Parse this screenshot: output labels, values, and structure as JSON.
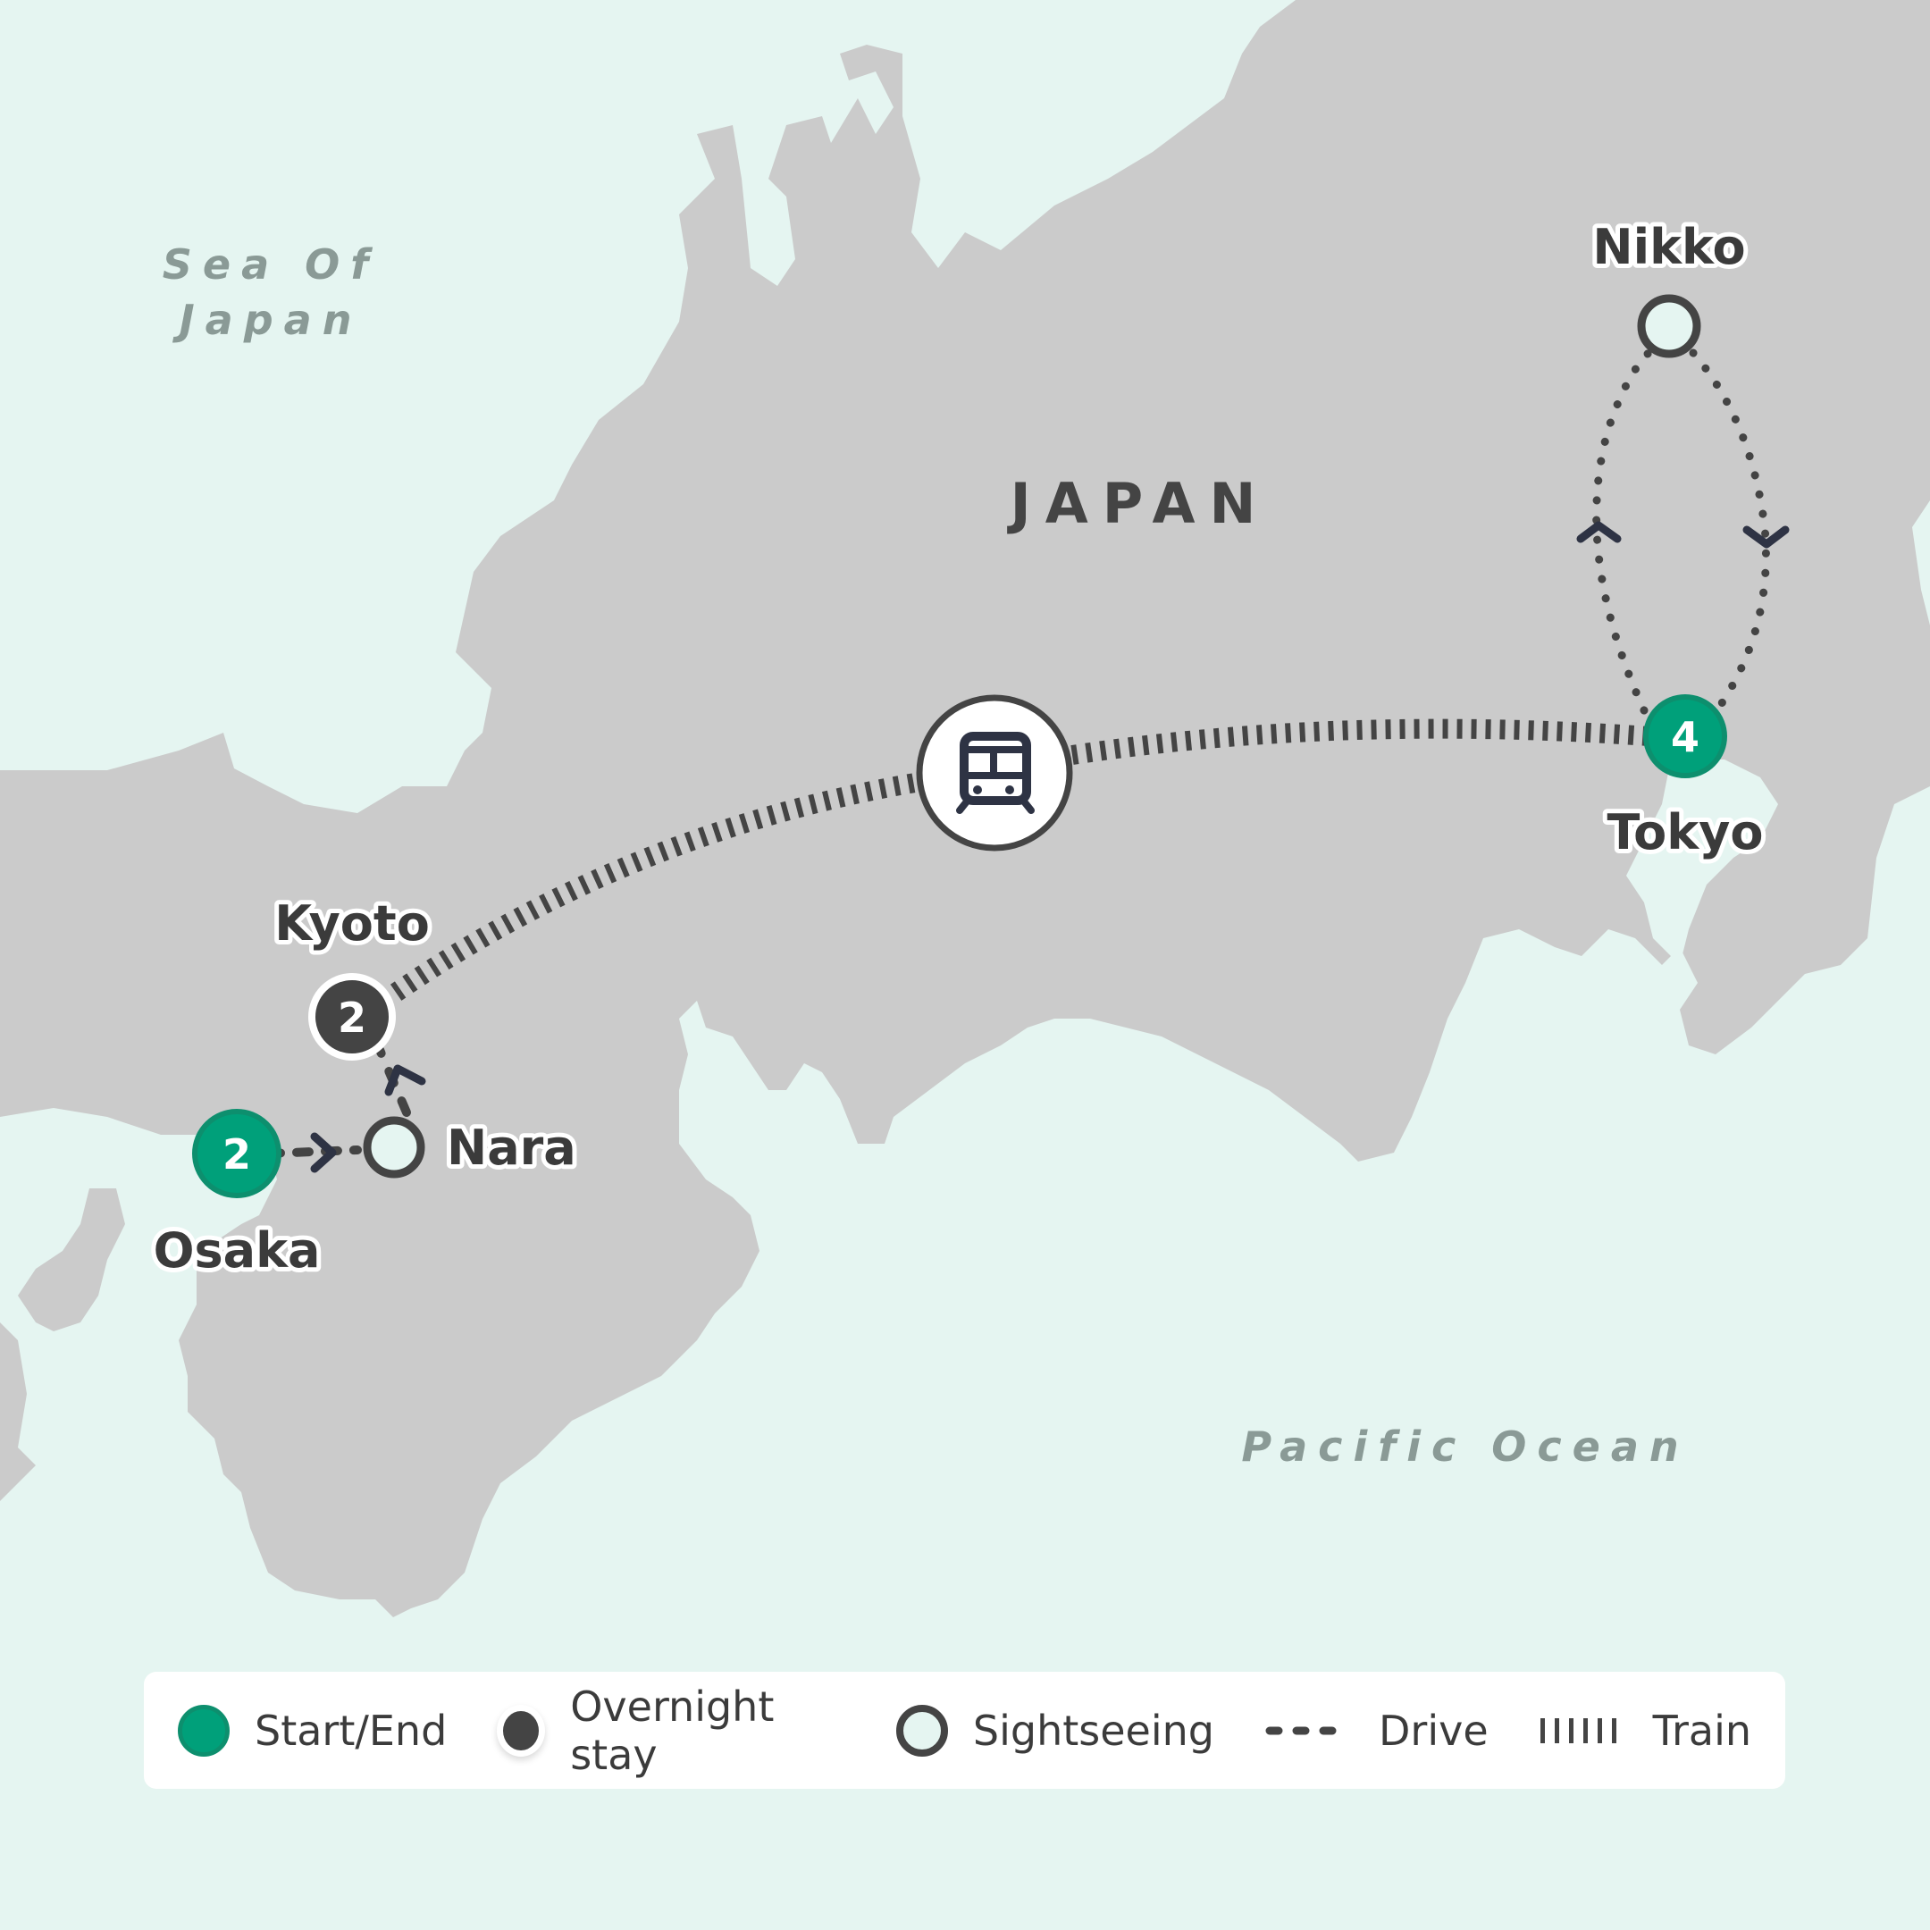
{
  "map": {
    "country_label": "JAPAN",
    "sea_labels": {
      "sea_of_japan_line1": "Sea Of",
      "sea_of_japan_line2": "Japan",
      "pacific": "Pacific Ocean"
    },
    "stops": [
      {
        "name": "Osaka",
        "nights": "2",
        "type": "start-end"
      },
      {
        "name": "Nara",
        "nights": "",
        "type": "sightseeing"
      },
      {
        "name": "Kyoto",
        "nights": "2",
        "type": "overnight"
      },
      {
        "name": "Tokyo",
        "nights": "4",
        "type": "start-end"
      },
      {
        "name": "Nikko",
        "nights": "",
        "type": "sightseeing"
      }
    ],
    "transport_icon": "train-icon",
    "colors": {
      "ocean": "#e5f5f1",
      "land": "#cbcbcb",
      "start_end": "#00a07a",
      "overnight": "#444444",
      "route": "#444444"
    }
  },
  "legend": {
    "items": [
      {
        "label": "Start/End",
        "icon": "green-dot"
      },
      {
        "label": "Overnight stay",
        "icon": "dark-dot"
      },
      {
        "label": "Sightseeing",
        "icon": "hollow-dot"
      },
      {
        "label": "Drive",
        "icon": "dashed-line"
      },
      {
        "label": "Train",
        "icon": "hatched-line"
      }
    ]
  }
}
